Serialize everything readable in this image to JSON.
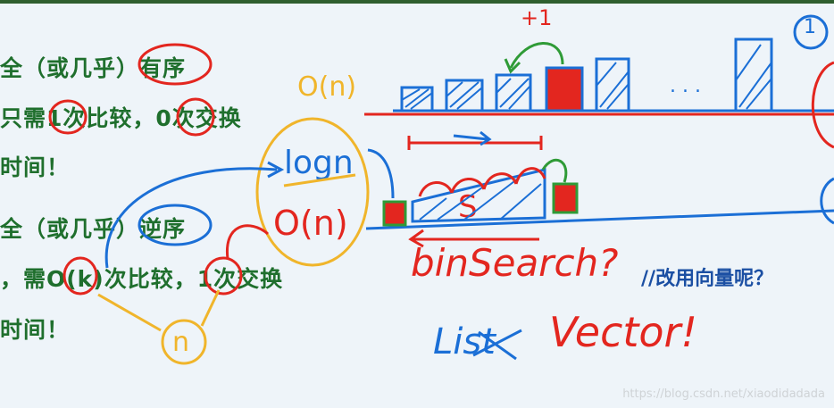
{
  "text_lines": [
    {
      "id": "line1",
      "text": "全（或几乎）有序"
    },
    {
      "id": "line2",
      "text": "只需1次比较，0次交换"
    },
    {
      "id": "line3",
      "text": "时间！"
    },
    {
      "id": "line4",
      "text": "全（或几乎）逆序"
    },
    {
      "id": "line5",
      "text": "，需O(k)次比较，1次交换"
    },
    {
      "id": "line6",
      "text": "时间！"
    }
  ],
  "annotation": "//改用向量呢？",
  "handwritten": {
    "o_n_top": "O(n)",
    "plus_one": "+1",
    "log_n": "logn",
    "o_n_mid": "O(n)",
    "n_bottom": "n",
    "s_label": "S",
    "bin_search": "binSearch?",
    "list_word": "List",
    "vector_word": "Vector!",
    "one_circle": "1",
    "dots": ". . ."
  },
  "colors": {
    "green_text": "#1f6f2d",
    "blue_text": "#1b4fa3",
    "red_ink": "#e3261f",
    "blue_ink": "#1b6fd6",
    "yellow_ink": "#f0b52b",
    "green_ink": "#2f9b37"
  },
  "watermark": "https://blog.csdn.net/xiaodidadada"
}
